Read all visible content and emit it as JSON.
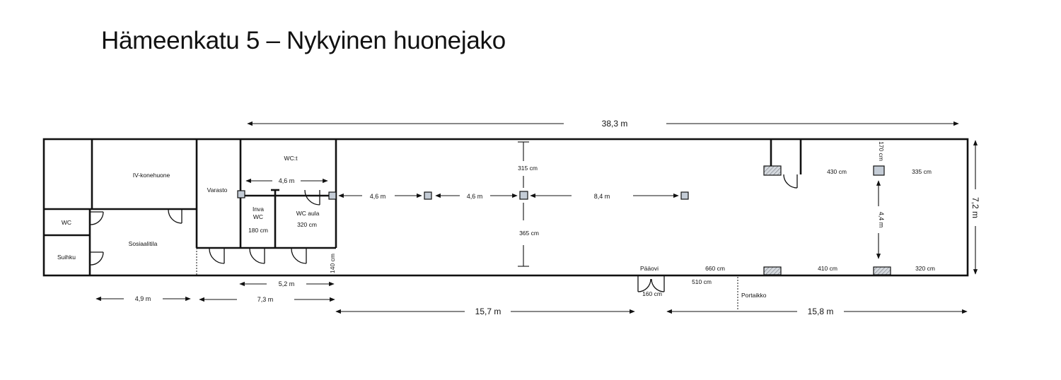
{
  "title": "Hämeenkatu 5 – Nykyinen huonejako",
  "rooms": {
    "iv_konehuone": "IV-konehuone",
    "wc": "WC",
    "suihku": "Suihku",
    "sosiaalitila": "Sosiaalitila",
    "varasto": "Varasto",
    "wc_t": "WC:t",
    "inva_wc_line1": "Inva",
    "inva_wc_line2": "WC",
    "inva_wc_size": "180 cm",
    "wc_aula": "WC aula",
    "wc_aula_size": "320 cm",
    "paaovi": "Pääovi",
    "portaikko": "Portaikko"
  },
  "dimensions": {
    "total_length": "38,3 m",
    "total_width": "7,2 m",
    "wc_width": "4,6 m",
    "col_gap_1": "4,6 m",
    "col_gap_2": "4,6 m",
    "col_gap_3": "8,4 m",
    "top_to_col": "315 cm",
    "col_to_bottom": "365 cm",
    "right_top": "430 cm",
    "right_side": "335 cm",
    "right_col_top": "170 cm",
    "right_vertical": "4,4 m",
    "bottom_660": "660 cm",
    "bottom_410": "410 cm",
    "bottom_320": "320 cm",
    "bottom_510": "510 cm",
    "door_160": "160 cm",
    "wc_140": "140 cm",
    "dim_52": "5,2 m",
    "dim_49": "4,9 m",
    "dim_73": "7,3 m",
    "dim_157": "15,7 m",
    "dim_158": "15,8 m"
  }
}
